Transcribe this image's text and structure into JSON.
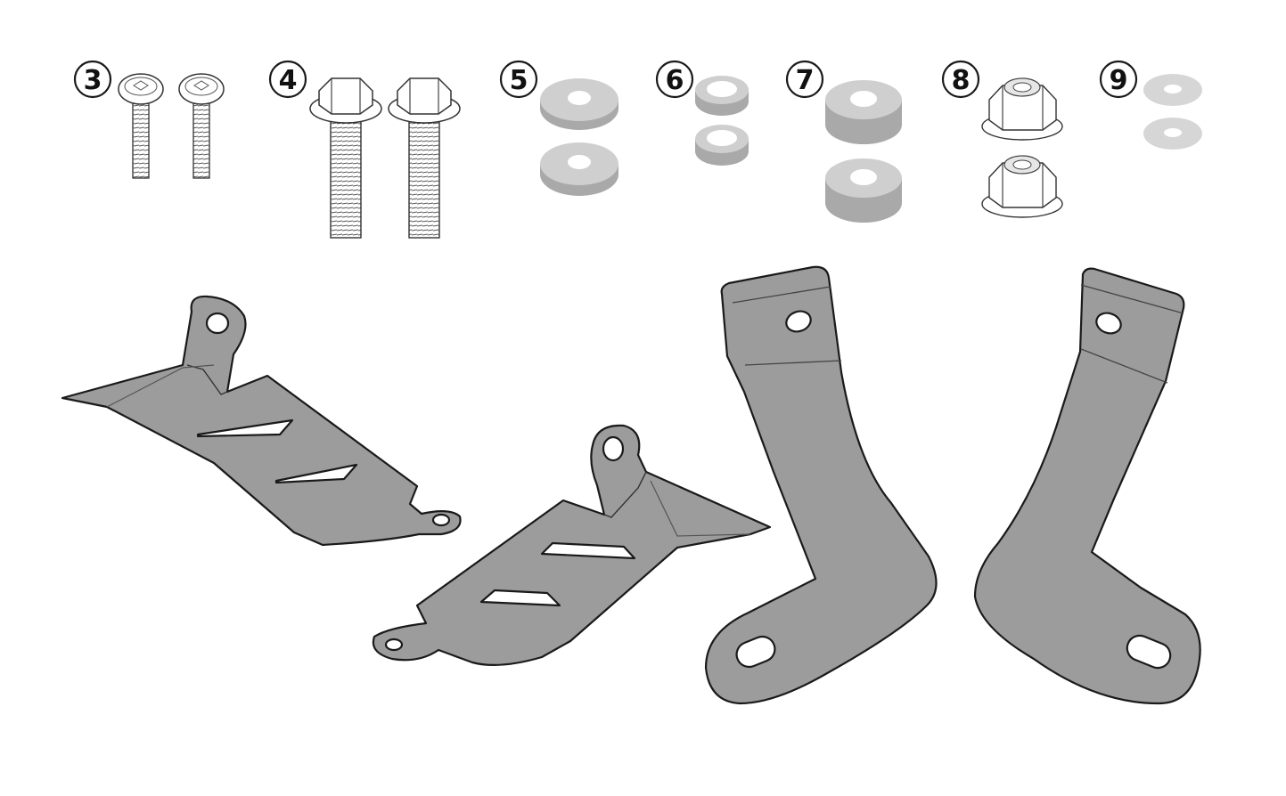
{
  "diagram": {
    "callouts": [
      {
        "id": "3",
        "label": "3"
      },
      {
        "id": "4",
        "label": "4"
      },
      {
        "id": "5",
        "label": "5"
      },
      {
        "id": "6",
        "label": "6"
      },
      {
        "id": "7",
        "label": "7"
      },
      {
        "id": "8",
        "label": "8"
      },
      {
        "id": "9",
        "label": "9"
      }
    ],
    "parts": [
      {
        "callout": "3",
        "name": "socket-head-bolt",
        "quantity": 2
      },
      {
        "callout": "4",
        "name": "flange-hex-bolt",
        "quantity": 2
      },
      {
        "callout": "5",
        "name": "flat-spacer",
        "quantity": 2
      },
      {
        "callout": "6",
        "name": "small-spacer",
        "quantity": 2
      },
      {
        "callout": "7",
        "name": "thick-spacer",
        "quantity": 2
      },
      {
        "callout": "8",
        "name": "flange-lock-nut",
        "quantity": 2
      },
      {
        "callout": "9",
        "name": "flat-washer",
        "quantity": 2
      }
    ],
    "brackets": [
      {
        "name": "bracket-plate-left"
      },
      {
        "name": "bracket-plate-right"
      },
      {
        "name": "bracket-arm-left"
      },
      {
        "name": "bracket-arm-right"
      }
    ],
    "colors": {
      "metal": "#9c9c9c",
      "spacer": "#cfcfcf",
      "outline": "#1a1a1a"
    }
  }
}
